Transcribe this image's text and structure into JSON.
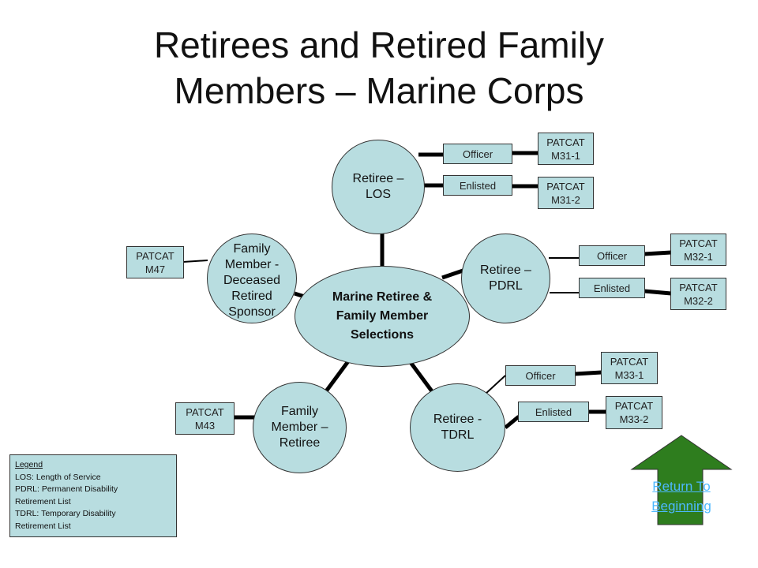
{
  "title_line1": "Retirees and Retired Family",
  "title_line2": "Members – Marine Corps",
  "center": {
    "label": "Marine Retiree &\nFamily Member\nSelections"
  },
  "nodes": {
    "los": "Retiree –\nLOS",
    "pdrl": "Retiree –\nPDRL",
    "tdrl": "Retiree -\nTDRL",
    "family_retiree": "Family\nMember –\nRetiree",
    "family_deceased": "Family\nMember -\nDeceased\nRetired\nSponsor"
  },
  "roles": {
    "los_officer": "Officer",
    "los_enlisted": "Enlisted",
    "pdrl_officer": "Officer",
    "pdrl_enlisted": "Enlisted",
    "tdrl_officer": "Officer",
    "tdrl_enlisted": "Enlisted"
  },
  "patcat": {
    "m31_1": "PATCAT\nM31-1",
    "m31_2": "PATCAT\nM31-2",
    "m32_1": "PATCAT\nM32-1",
    "m32_2": "PATCAT\nM32-2",
    "m33_1": "PATCAT\nM33-1",
    "m33_2": "PATCAT\nM33-2",
    "m43": "PATCAT\nM43",
    "m47": "PATCAT\nM47"
  },
  "legend": {
    "heading": "Legend",
    "items": [
      "LOS: Length of Service",
      "PDRL: Permanent Disability",
      "Retirement List",
      "TDRL: Temporary Disability",
      "Retirement List"
    ]
  },
  "return_button": {
    "line1": "Return To",
    "line2": "Beginning"
  },
  "colors": {
    "shape_fill": "#b8dde0",
    "button_fill": "#2e7d1e",
    "link_text": "#4db8ff"
  }
}
